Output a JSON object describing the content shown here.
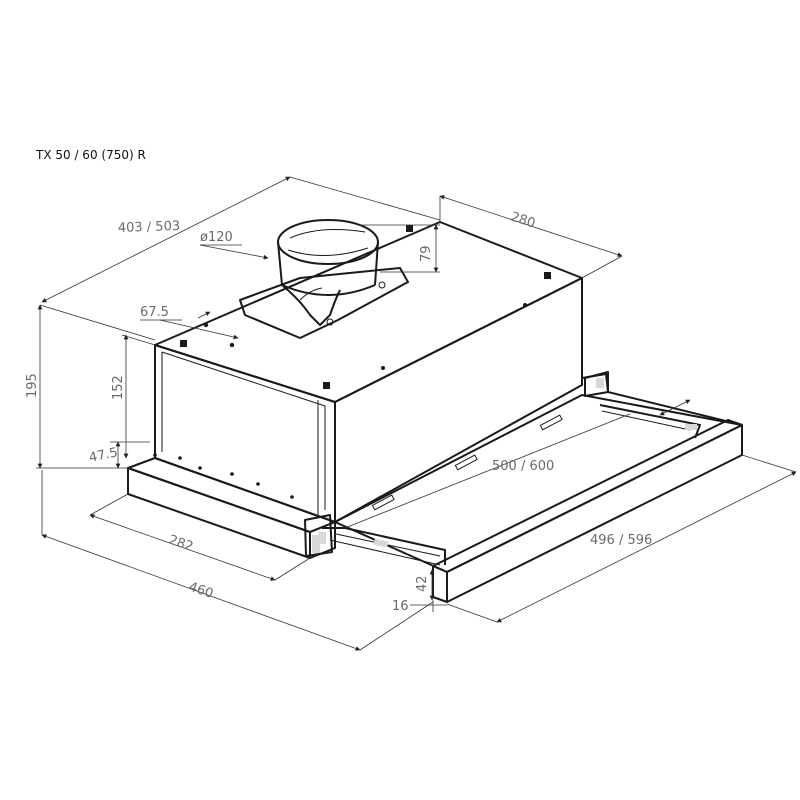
{
  "model": "TX 50 / 60 (750) R",
  "dimensions": {
    "depth": "403 / 503",
    "chimney_width": "280",
    "outlet_diameter": "ø120",
    "outlet_height": "79",
    "outlet_offset": "67.5",
    "total_height": "195",
    "body_height": "152",
    "front_height": "47.5",
    "front_width": "282",
    "total_width": "460",
    "slide_width": "500 / 600",
    "panel_width": "496 / 596",
    "panel_height": "42",
    "panel_depth": "16"
  }
}
